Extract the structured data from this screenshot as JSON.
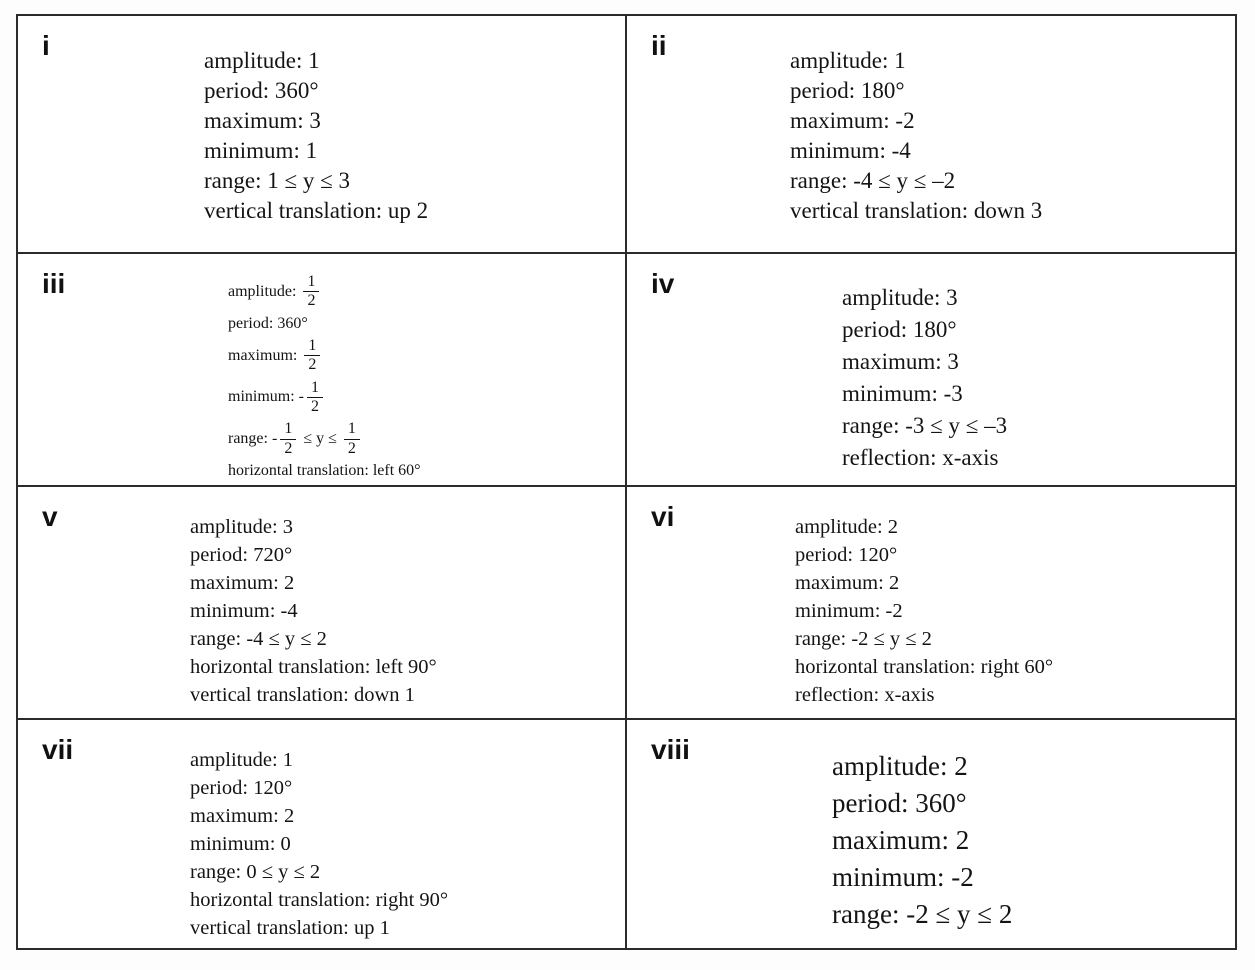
{
  "document": {
    "colors": {
      "text": "#1a1a1a",
      "border": "#2b2b2b",
      "background": "#ffffff"
    },
    "cells": [
      {
        "label": "i",
        "lines": [
          [
            {
              "text": "amplitude: 1"
            }
          ],
          [
            {
              "text": "period: 360°"
            }
          ],
          [
            {
              "text": "maximum: 3"
            }
          ],
          [
            {
              "text": "minimum: 1"
            }
          ],
          [
            {
              "text": "range: 1 ≤ y ≤ 3"
            }
          ],
          [
            {
              "text": "vertical translation: up 2"
            }
          ]
        ]
      },
      {
        "label": "ii",
        "lines": [
          [
            {
              "text": "amplitude: 1"
            }
          ],
          [
            {
              "text": "period: 180°"
            }
          ],
          [
            {
              "text": "maximum: -2"
            }
          ],
          [
            {
              "text": "minimum: -4"
            }
          ],
          [
            {
              "text": "range: -4 ≤ y ≤ –2"
            }
          ],
          [
            {
              "text": "vertical translation: down 3"
            }
          ]
        ]
      },
      {
        "label": "iii",
        "lines": [
          [
            {
              "text": "amplitude: "
            },
            {
              "frac": {
                "num": "1",
                "den": "2"
              }
            }
          ],
          [
            {
              "text": "period: 360°"
            }
          ],
          [
            {
              "text": "maximum: "
            },
            {
              "frac": {
                "num": "1",
                "den": "2"
              }
            }
          ],
          [
            {
              "text": "minimum: -"
            },
            {
              "frac": {
                "num": "1",
                "den": "2"
              }
            }
          ],
          [
            {
              "text": "range: -"
            },
            {
              "frac": {
                "num": "1",
                "den": "2"
              }
            },
            {
              "text": " ≤ y ≤ "
            },
            {
              "frac": {
                "num": "1",
                "den": "2"
              }
            }
          ],
          [
            {
              "text": "horizontal translation: left 60°"
            }
          ]
        ]
      },
      {
        "label": "iv",
        "lines": [
          [
            {
              "text": "amplitude: 3"
            }
          ],
          [
            {
              "text": "period: 180°"
            }
          ],
          [
            {
              "text": "maximum: 3"
            }
          ],
          [
            {
              "text": "minimum: -3"
            }
          ],
          [
            {
              "text": "range: -3 ≤ y ≤ –3"
            }
          ],
          [
            {
              "text": "reflection: x-axis"
            }
          ]
        ]
      },
      {
        "label": "v",
        "lines": [
          [
            {
              "text": "amplitude: 3"
            }
          ],
          [
            {
              "text": "period: 720°"
            }
          ],
          [
            {
              "text": "maximum: 2"
            }
          ],
          [
            {
              "text": "minimum: -4"
            }
          ],
          [
            {
              "text": "range: -4 ≤ y ≤ 2"
            }
          ],
          [
            {
              "text": "horizontal translation: left 90°"
            }
          ],
          [
            {
              "text": "vertical translation: down 1"
            }
          ]
        ]
      },
      {
        "label": "vi",
        "lines": [
          [
            {
              "text": "amplitude: 2"
            }
          ],
          [
            {
              "text": "period: 120°"
            }
          ],
          [
            {
              "text": "maximum: 2"
            }
          ],
          [
            {
              "text": "minimum: -2"
            }
          ],
          [
            {
              "text": "range: -2 ≤ y ≤ 2"
            }
          ],
          [
            {
              "text": "horizontal translation: right 60°"
            }
          ],
          [
            {
              "text": "reflection: x-axis"
            }
          ]
        ]
      },
      {
        "label": "vii",
        "lines": [
          [
            {
              "text": "amplitude: 1"
            }
          ],
          [
            {
              "text": "period: 120°"
            }
          ],
          [
            {
              "text": "maximum: 2"
            }
          ],
          [
            {
              "text": "minimum: 0"
            }
          ],
          [
            {
              "text": "range: 0 ≤ y ≤ 2"
            }
          ],
          [
            {
              "text": "horizontal translation: right 90°"
            }
          ],
          [
            {
              "text": "vertical translation: up 1"
            }
          ]
        ]
      },
      {
        "label": "viii",
        "lines": [
          [
            {
              "text": "amplitude: 2"
            }
          ],
          [
            {
              "text": "period: 360°"
            }
          ],
          [
            {
              "text": "maximum: 2"
            }
          ],
          [
            {
              "text": "minimum: -2"
            }
          ],
          [
            {
              "text": "range: -2 ≤ y ≤ 2"
            }
          ]
        ]
      }
    ]
  }
}
